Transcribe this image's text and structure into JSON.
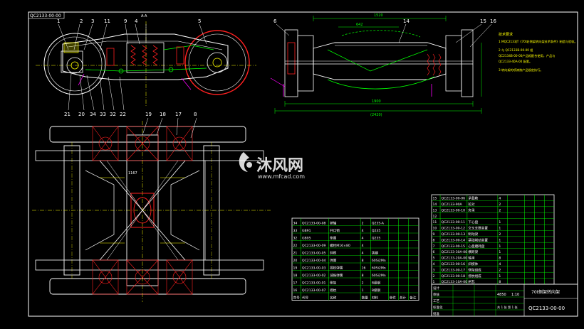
{
  "drawing": {
    "code_stamp": "QC2133-00-00",
    "title_code": "QC2133-00-00",
    "title_name": "70t侧架转向架",
    "colors": {
      "background": "#000000",
      "frame": "#ffffff",
      "outline": "#ffffff",
      "green": "#00ff00",
      "yellow": "#ffff00",
      "red": "#ff2020",
      "cyan": "#00ffff",
      "magenta": "#ff00ff"
    }
  },
  "side_view": {
    "callouts": [
      "1",
      "2",
      "3",
      "11",
      "9",
      "4",
      "A-A",
      "5"
    ],
    "bottom_callouts": [
      "21",
      "20",
      "34",
      "33",
      "32",
      "22"
    ]
  },
  "end_view": {
    "callouts": [
      "6",
      "14",
      "15",
      "16"
    ],
    "dim_top": "1520",
    "dim_mid": "642",
    "dim_bottom1": "1900",
    "dim_bottom2": "(2420)",
    "tech_notes": [
      "技术要求",
      "1  MQC2133JT《70t轮侧架转向架技术条件》制造与验收。",
      "2  与 QC2133B-00-00 组",
      "QC2134B-00-00产品相配合使用，产品与",
      "QC2133-40A-00 配套。",
      "3  转向架的喷漆按产品规定执行。"
    ]
  },
  "plan_view": {
    "callouts": [
      "19",
      "18",
      "17",
      "8"
    ],
    "dim_label": "1167"
  },
  "watermark": {
    "brand": "沐风网",
    "url": "www.mfcad.com"
  },
  "parts_list_left": {
    "rows": [
      [
        "34",
        "QC2133-00-08",
        "销轴",
        "2",
        "Q235-A",
        "",
        "",
        ""
      ],
      [
        "33",
        "GB91",
        "开口销",
        "4",
        "Q235",
        "",
        "",
        ""
      ],
      [
        "32",
        "GB95",
        "垫圈",
        "4",
        "Q235",
        "",
        "",
        ""
      ],
      [
        "22",
        "QC2133-00-09",
        "螺栓M16×80",
        "4",
        "",
        "",
        "",
        ""
      ],
      [
        "21",
        "QC2133-00-05",
        "斜楔",
        "4",
        "铸钢",
        "",
        "",
        ""
      ],
      [
        "20",
        "QC2133-00-04",
        "弹簧",
        "8",
        "60Si2Mn",
        "",
        "",
        ""
      ],
      [
        "19",
        "QC2133-00-03",
        "摇枕弹簧",
        "16",
        "60Si2Mn",
        "",
        "",
        ""
      ],
      [
        "18",
        "QC2133-00-02",
        "减振弹簧",
        "8",
        "60Si2Mn",
        "",
        "",
        ""
      ],
      [
        "17",
        "QC2133-00-01",
        "侧架",
        "2",
        "B级钢",
        "",
        "",
        ""
      ],
      [
        "16",
        "QC2133-00-07",
        "摇枕",
        "1",
        "B级钢",
        "",
        "",
        ""
      ]
    ],
    "header": [
      "序号",
      "代号",
      "名称",
      "数量",
      "材料",
      "单件",
      "总计",
      "备注"
    ]
  },
  "parts_list_right": {
    "rows": [
      [
        "15",
        "QC2133-00-06",
        "承载鞍",
        "4",
        "",
        "",
        "",
        ""
      ],
      [
        "14",
        "QC2133-90A",
        "轮对",
        "2",
        "",
        "",
        "",
        ""
      ],
      [
        "13",
        "QC2133-00-10",
        "旁承",
        "2",
        "",
        "",
        "",
        ""
      ],
      [
        "12",
        "",
        "",
        "",
        "",
        "",
        "",
        ""
      ],
      [
        "11",
        "QC2133-00-11",
        "下心盘",
        "1",
        "",
        "",
        "",
        ""
      ],
      [
        "10",
        "QC2133-00-12",
        "交叉支撑装置",
        "1",
        "",
        "",
        "",
        ""
      ],
      [
        "9",
        "QC2133-00-13",
        "制动梁",
        "2",
        "",
        "",
        "",
        ""
      ],
      [
        "8",
        "QC2133-00-14",
        "基础制动装置",
        "1",
        "",
        "",
        "",
        ""
      ],
      [
        "7",
        "QC2133-00-15",
        "心盘磨耗盘",
        "1",
        "",
        "",
        "",
        ""
      ],
      [
        "6",
        "QC2133-30A-00",
        "横跨梁",
        "1",
        "",
        "",
        "",
        ""
      ],
      [
        "5",
        "QC2133-20A-00",
        "轴承",
        "8",
        "",
        "",
        "",
        ""
      ],
      [
        "4",
        "QC2133-00-16",
        "斜楔体",
        "4",
        "",
        "",
        "",
        ""
      ],
      [
        "3",
        "QC2133-00-17",
        "侧架组成",
        "2",
        "",
        "",
        "",
        ""
      ],
      [
        "2",
        "QC2133-00-18",
        "摇枕组成",
        "1",
        "",
        "",
        "",
        ""
      ],
      [
        "1",
        "QC2133-10A-00",
        "闸瓦",
        "8",
        "",
        "",
        "",
        ""
      ]
    ],
    "header": [
      "序号",
      "代号",
      "名称",
      "数量",
      "材料",
      "单件",
      "总计",
      "备注"
    ]
  },
  "title_block": {
    "weight": "4850",
    "scale": "1:10",
    "labels": [
      "设计",
      "审核",
      "工艺",
      "标准化",
      "批准"
    ],
    "sheet": "共 1 张 第 1 张"
  }
}
